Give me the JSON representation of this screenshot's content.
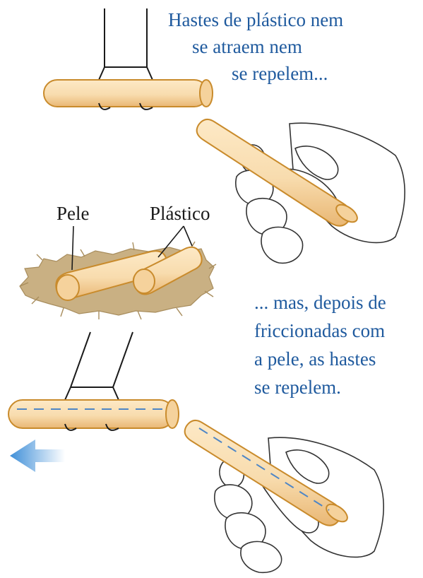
{
  "caption_top": {
    "line1": "Hastes de plástico nem",
    "line2": "se atraem nem",
    "line3": "se repelem..."
  },
  "caption_bottom": {
    "line1": "... mas, depois de",
    "line2": "friccionadas com",
    "line3": "a pele, as hastes",
    "line4": "se repelem."
  },
  "labels": {
    "fur": "Pele",
    "plastic": "Plástico"
  },
  "colors": {
    "caption_text": "#1f5a9e",
    "rod_fill": "#f8dcae",
    "rod_edge": "#c98b2c",
    "fur": "#c9b083",
    "charge_dashes": "#4e86c6",
    "arrow": "#3f8fd8"
  }
}
